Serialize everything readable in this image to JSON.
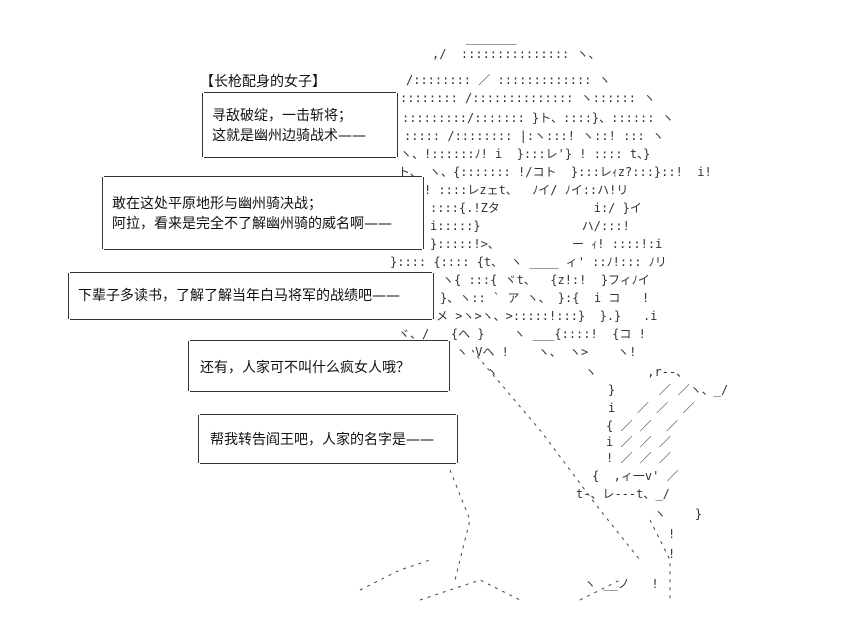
{
  "caption": "【长枪配身的女子】",
  "bubbles": [
    {
      "lines": [
        "寻敌破绽，一击斩将；",
        "这就是幽州边骑战术——"
      ]
    },
    {
      "lines": [
        "敢在这处平原地形与幽州骑决战；",
        "阿拉，看来是完全不了解幽州骑的威名啊——"
      ]
    },
    {
      "lines": [
        "下辈子多读书，了解了解当年白马将军的战绩吧——"
      ]
    },
    {
      "lines": [
        "还有，人家可不叫什么疯女人哦？"
      ]
    },
    {
      "lines": [
        "帮我转告阎王吧，人家的名字是——"
      ]
    }
  ],
  "art": [
    "_______",
    ",/  ::::::::::::::: ヽ、",
    "/:::::::: ／ ::::::::::::: ヽ",
    ":::::::: /:::::::::::::: ヽ:::::: ヽ",
    ":::::::::/::::::: }ト、::::}、:::::: ヽ",
    "::::: /:::::::: |:ヽ:::! ヽ::! ::: ヽ",
    "ヽ、!::::::ﾉ! i  }:::レ'} ! :::: t、}",
    "ト、 ヽ、{::::::: !/コト  }:::レｨz?:::}::!  i!",
    "! ::::レzェt、  ﾉイ/ ﾉイ::ハ!リ",
    "::::{.!Zタ             i:/ }イ",
    "i:::::}              ハ/:::!",
    "}:::::!>、          ー ｨ! ::::!:i",
    "}:::: {:::: {t、 ヽ ____ ィ' ::ﾉ!::: ﾉリ",
    "ヽ{ :::{ ヾt、  {z!:!  }フィﾉイ",
    "}、ヽ:: ` ア ヽ、 }:{  i コ   !",
    "メ >ヽ>ヽ、>:::::!:::}  }.}   .i",
    "ヾ、/   {ヘ }    ヽ ___{::::!  {コ !",
    "ヽ Vヘ !    ヽ、 ヽ>    ヽ!",
    "ヽ            ヽ       ,r‐-、",
    "}      ／ ／ヽ、_/",
    "i   ／ ／  ／",
    "{ ／ ／  ／",
    "i ／ ／ ／",
    "! ／ ／ ／",
    "{  ,ィ一v' ／",
    "t‐、レ‐‐‐t、_/",
    "ヽ    }",
    "!",
    "!",
    "ヽ __ノ   !"
  ]
}
